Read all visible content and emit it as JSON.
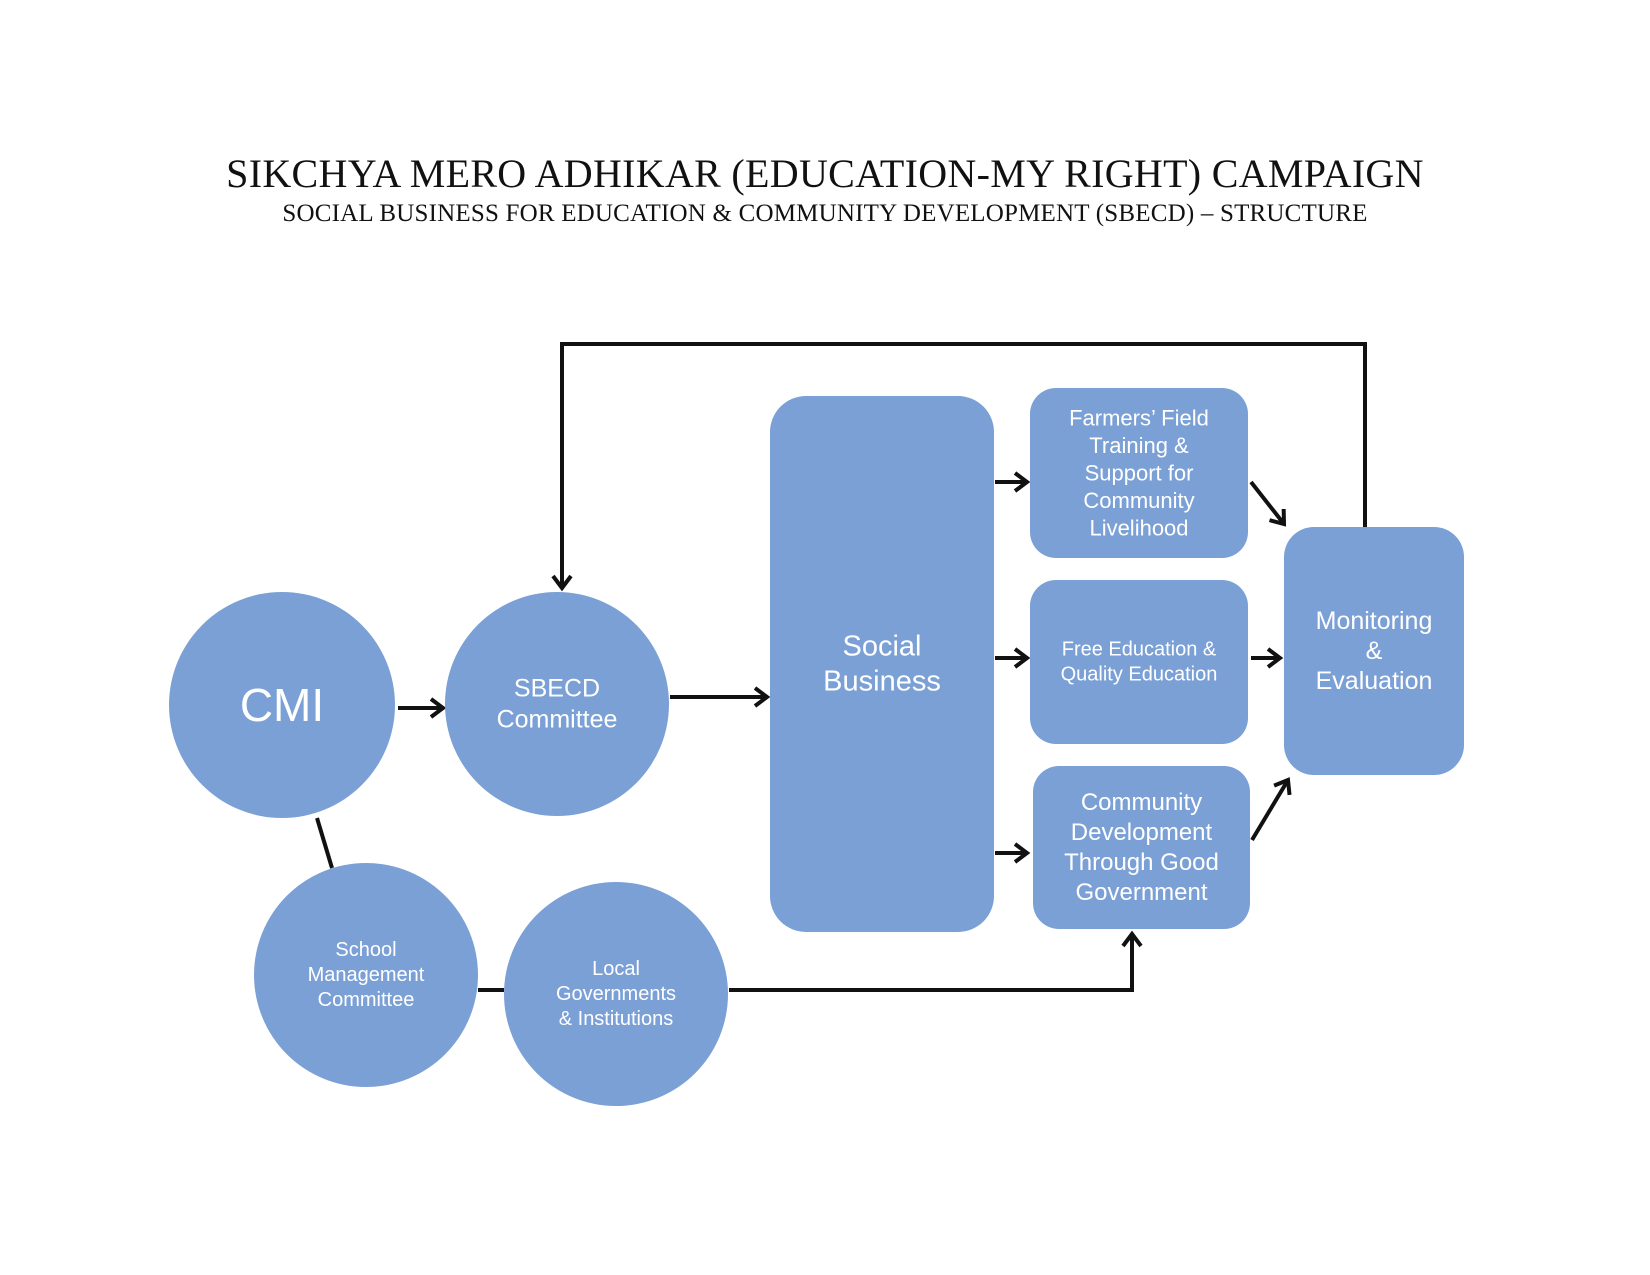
{
  "header": {
    "title": "SIKCHYA MERO ADHIKAR (EDUCATION-MY RIGHT) CAMPAIGN",
    "subtitle": "SOCIAL BUSINESS FOR EDUCATION & COMMUNITY DEVELOPMENT (SBECD) – STRUCTURE"
  },
  "colors": {
    "node_fill": "#7ba0d6",
    "node_text": "#ffffff",
    "line": "#111111"
  },
  "nodes": {
    "cmi": {
      "lines": [
        "CMI"
      ]
    },
    "sbecd": {
      "lines": [
        "SBECD",
        "Committee"
      ]
    },
    "social_business": {
      "lines": [
        "Social",
        "Business"
      ]
    },
    "farmers": {
      "lines": [
        "Farmers’ Field",
        "Training &",
        "Support for",
        "Community",
        "Livelihood"
      ]
    },
    "free_education": {
      "lines": [
        "Free Education &",
        "Quality Education"
      ]
    },
    "community_dev": {
      "lines": [
        "Community",
        "Development",
        "Through Good",
        "Government"
      ]
    },
    "monitoring": {
      "lines": [
        "Monitoring",
        "&",
        "Evaluation"
      ]
    },
    "school_mgmt": {
      "lines": [
        "School",
        "Management",
        "Committee"
      ]
    },
    "local_gov": {
      "lines": [
        "Local",
        "Governments",
        "& Institutions"
      ]
    }
  },
  "edges": [
    {
      "from": "cmi",
      "to": "sbecd",
      "directed": true
    },
    {
      "from": "sbecd",
      "to": "social_business",
      "directed": true
    },
    {
      "from": "social_business",
      "to": "farmers",
      "directed": true
    },
    {
      "from": "social_business",
      "to": "free_education",
      "directed": true
    },
    {
      "from": "social_business",
      "to": "community_dev",
      "directed": true
    },
    {
      "from": "farmers",
      "to": "monitoring",
      "directed": true
    },
    {
      "from": "free_education",
      "to": "monitoring",
      "directed": true
    },
    {
      "from": "community_dev",
      "to": "monitoring",
      "directed": true
    },
    {
      "from": "monitoring",
      "to": "sbecd",
      "directed": true
    },
    {
      "from": "cmi",
      "to": "school_mgmt",
      "directed": false
    },
    {
      "from": "school_mgmt",
      "to": "local_gov",
      "directed": false
    },
    {
      "from": "local_gov",
      "to": "community_dev",
      "directed": true
    }
  ]
}
